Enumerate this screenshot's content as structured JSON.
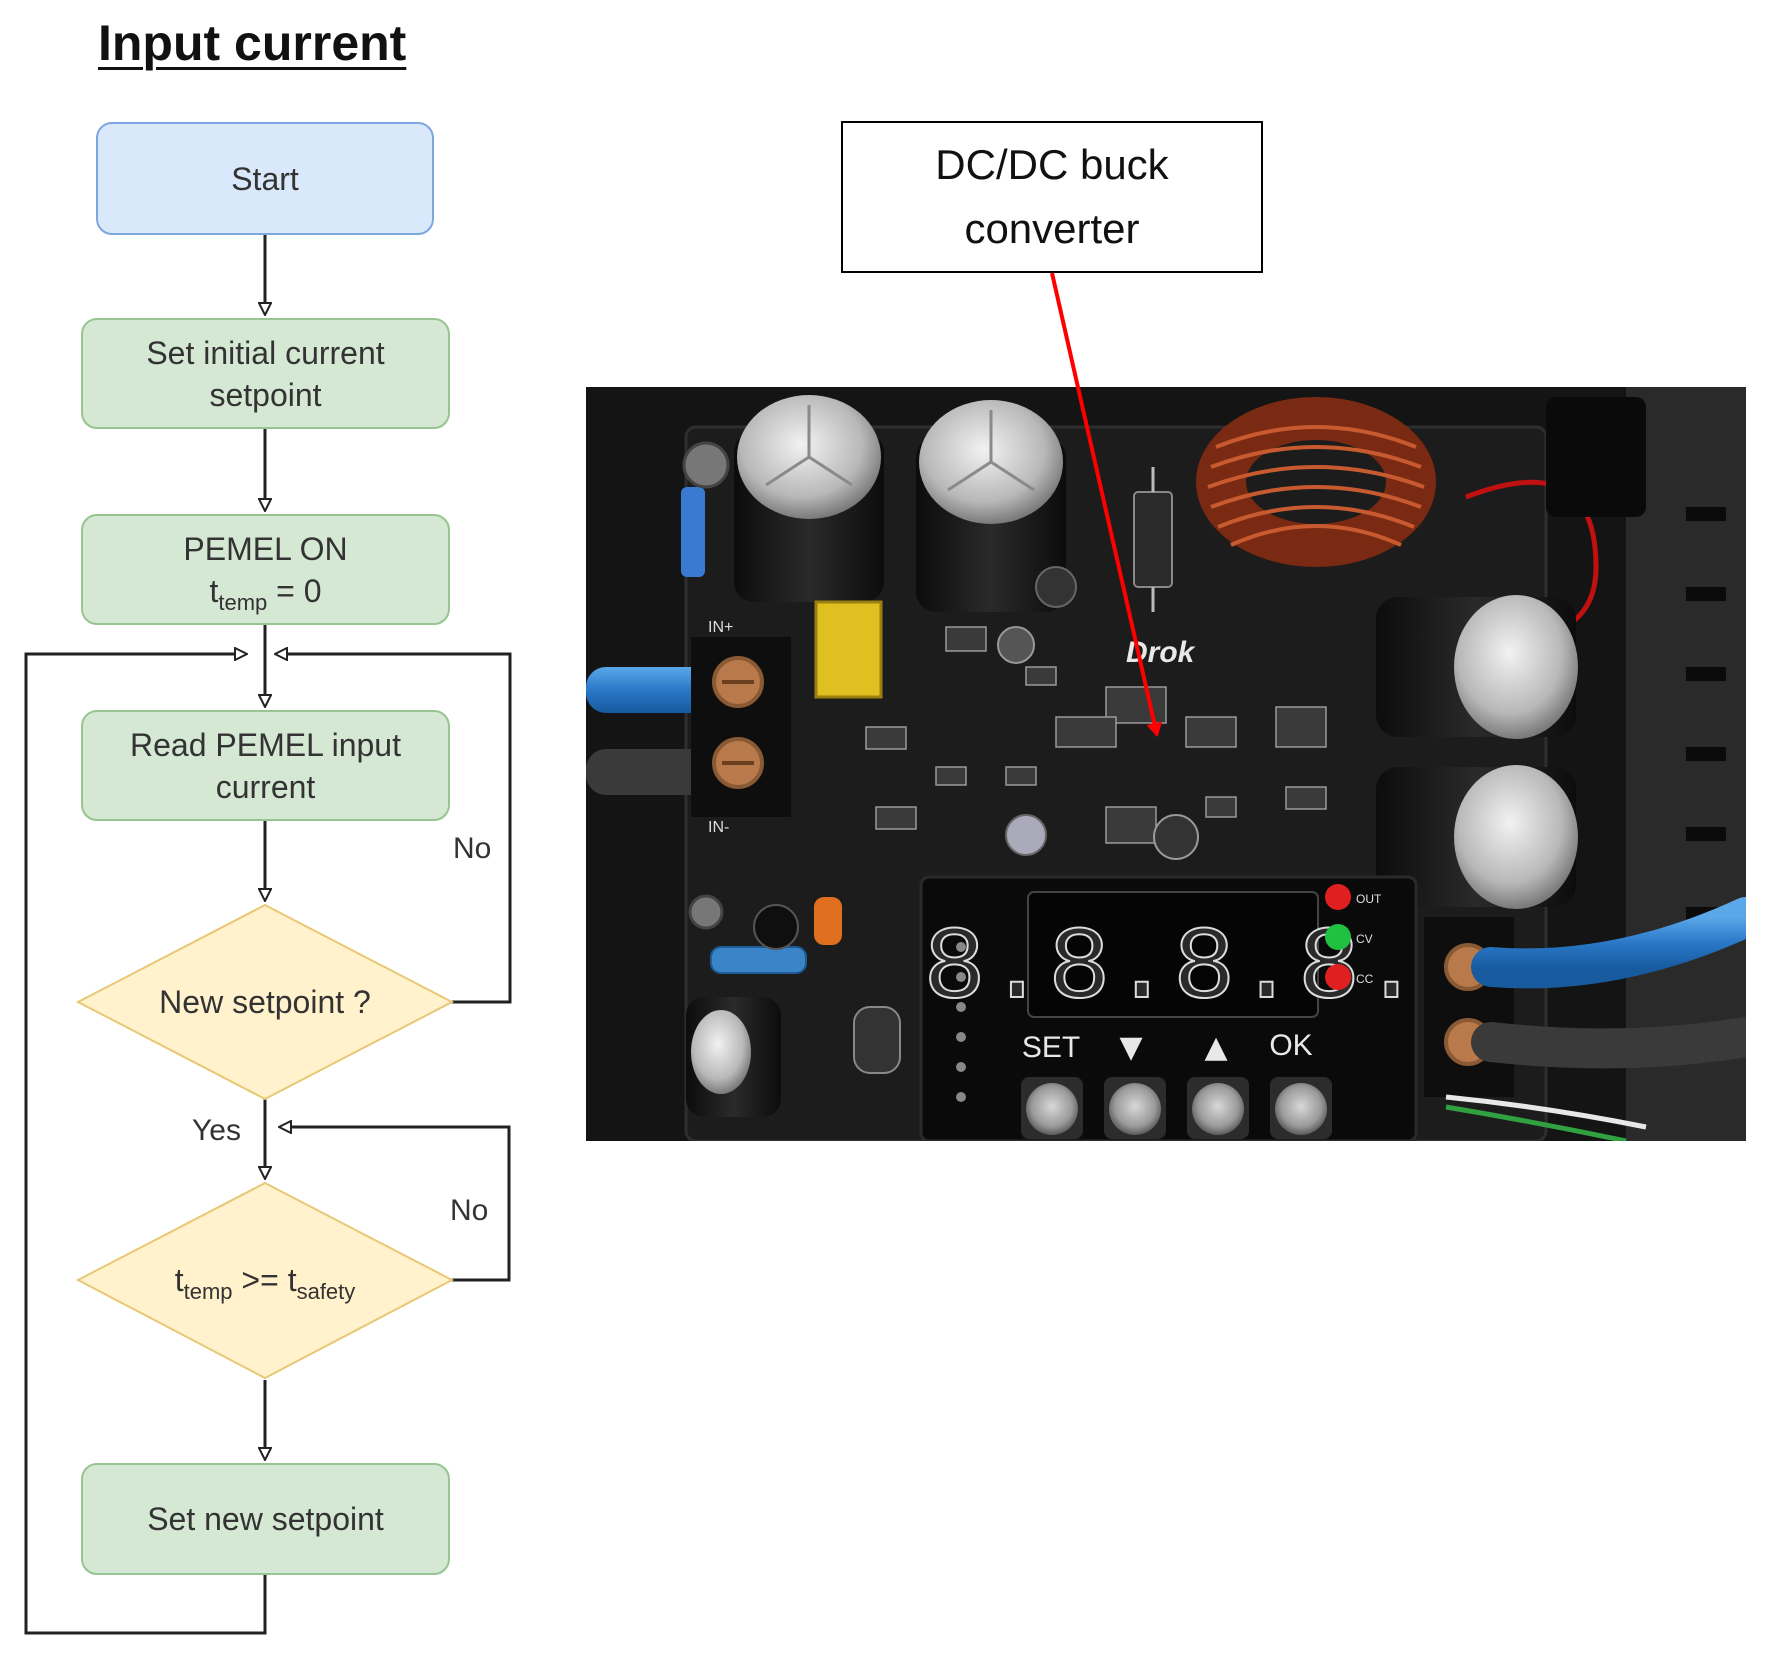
{
  "flowchart": {
    "title": "Input current",
    "start": "Start",
    "step_initial_line1": "Set initial current",
    "step_initial_line2": "setpoint",
    "step_pemel_line1": "PEMEL ON",
    "step_pemel_t": "t",
    "step_pemel_sub": "temp",
    "step_pemel_rest": " = 0",
    "step_read_line1": "Read PEMEL input",
    "step_read_line2": "current",
    "decision_setpoint": "New setpoint ?",
    "decision_time_t1": "t",
    "decision_time_sub1": "temp",
    "decision_time_op": " >= t",
    "decision_time_sub2": "safety",
    "step_set_new": "Set new setpoint",
    "label_no_1": "No",
    "label_yes": "Yes",
    "label_no_2": "No",
    "colors": {
      "start_fill": "#dae8fc",
      "start_stroke": "#7ea6e0",
      "process_fill": "#d5e8d4",
      "process_stroke": "#97c490",
      "decision_fill": "#fff2cc",
      "decision_stroke": "#e8c874"
    }
  },
  "photo": {
    "callout_line1": "DC/DC buck",
    "callout_line2": "converter",
    "arrow_color": "#ff0000",
    "buttons": [
      "SET",
      "▼",
      "▲",
      "OK"
    ],
    "display_digits": "8.8.8.8.",
    "led_labels": [
      "OUT",
      "CV",
      "CC"
    ],
    "terminal_labels": [
      "IN+",
      "IN-"
    ],
    "brand": "Drok"
  }
}
